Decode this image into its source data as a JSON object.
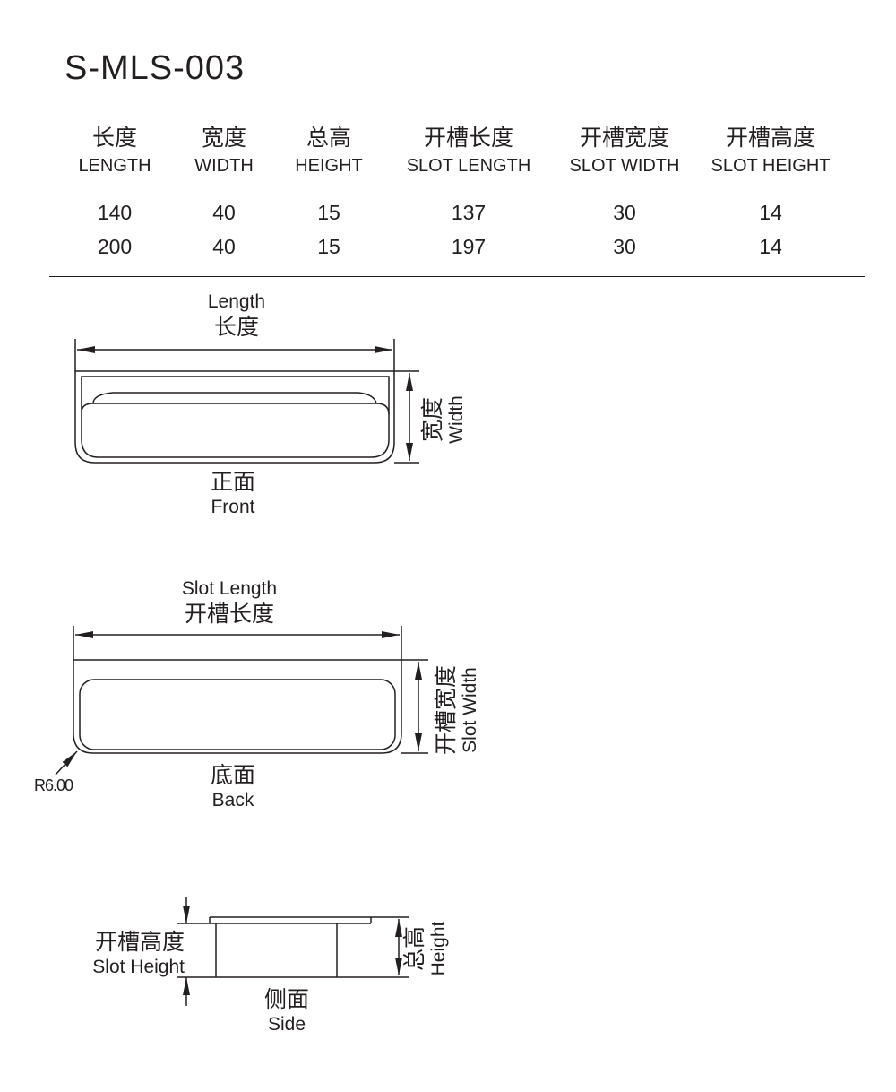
{
  "model": "S-MLS-003",
  "table": {
    "columns": [
      {
        "cn": "长度",
        "en": "LENGTH"
      },
      {
        "cn": "宽度",
        "en": "WIDTH"
      },
      {
        "cn": "总高",
        "en": "HEIGHT"
      },
      {
        "cn": "开槽长度",
        "en": "SLOT LENGTH"
      },
      {
        "cn": "开槽宽度",
        "en": "SLOT WIDTH"
      },
      {
        "cn": "开槽高度",
        "en": "SLOT HEIGHT"
      }
    ],
    "rows": [
      [
        "140",
        "40",
        "15",
        "137",
        "30",
        "14"
      ],
      [
        "200",
        "40",
        "15",
        "197",
        "30",
        "14"
      ]
    ]
  },
  "front_view": {
    "length_en": "Length",
    "length_cn": "长度",
    "width_cn": "宽度",
    "width_en": "Width",
    "view_cn": "正面",
    "view_en": "Front"
  },
  "back_view": {
    "slot_length_en": "Slot Length",
    "slot_length_cn": "开槽长度",
    "slot_width_cn": "开槽宽度",
    "slot_width_en": "Slot Width",
    "radius": "R6.00",
    "view_cn": "底面",
    "view_en": "Back"
  },
  "side_view": {
    "slot_height_cn": "开槽高度",
    "slot_height_en": "Slot Height",
    "height_cn": "总高",
    "height_en": "Height",
    "view_cn": "侧面",
    "view_en": "Side"
  }
}
